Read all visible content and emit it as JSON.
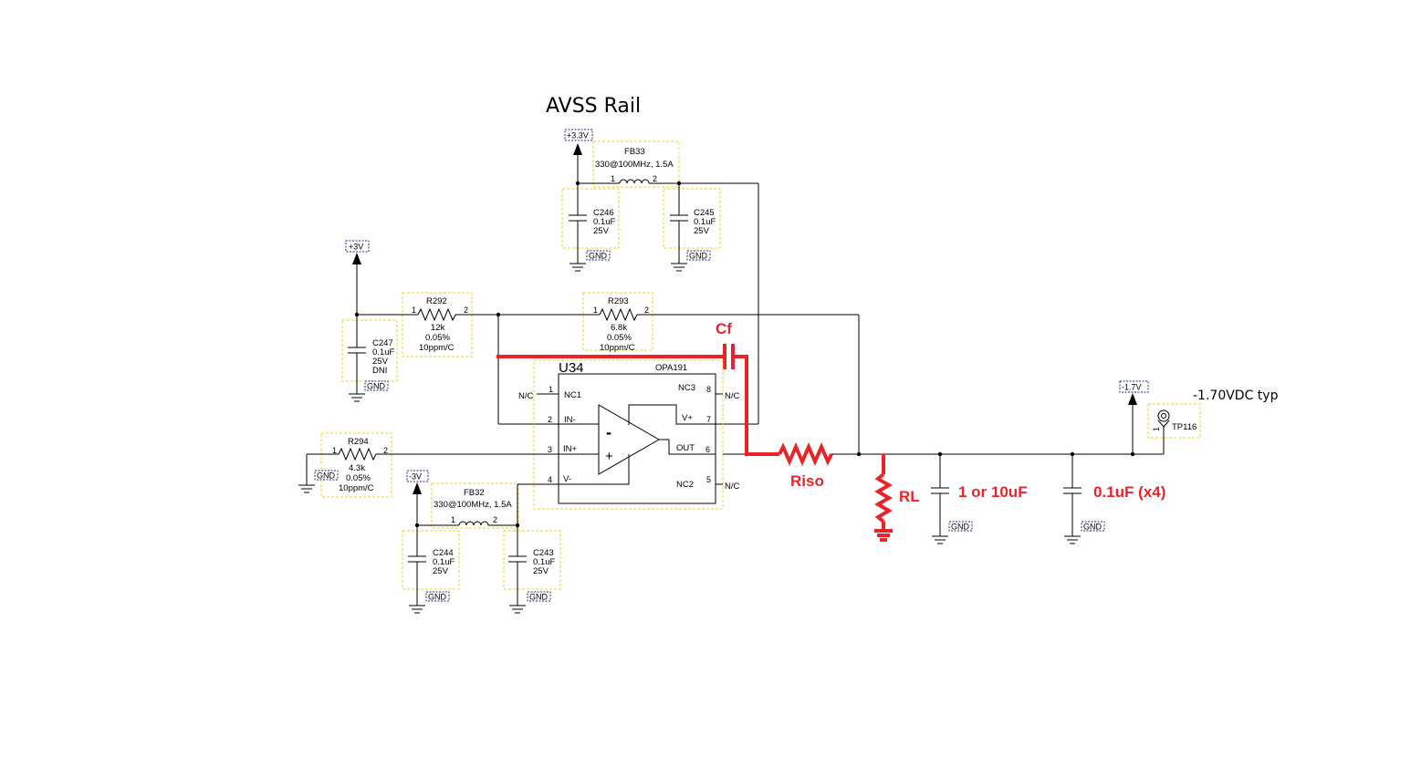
{
  "title": "AVSS Rail",
  "power": {
    "p33": "+3.3V",
    "p3": "+3V",
    "m3": "-3V",
    "m17": "-1.7V",
    "gnd": "GND"
  },
  "fb33": {
    "ref": "FB33",
    "value": "330@100MHz, 1.5A",
    "pin1": "1",
    "pin2": "2"
  },
  "fb32": {
    "ref": "FB32",
    "value": "330@100MHz, 1.5A",
    "pin1": "1",
    "pin2": "2"
  },
  "c246": {
    "ref": "C246",
    "val": "0.1uF",
    "volt": "25V"
  },
  "c245": {
    "ref": "C245",
    "val": "0.1uF",
    "volt": "25V"
  },
  "c244": {
    "ref": "C244",
    "val": "0.1uF",
    "volt": "25V"
  },
  "c243": {
    "ref": "C243",
    "val": "0.1uF",
    "volt": "25V"
  },
  "c247": {
    "ref": "C247",
    "val": "0.1uF",
    "volt": "25V",
    "note": "DNI"
  },
  "r292": {
    "ref": "R292",
    "val": "12k",
    "tol": "0.05%",
    "tc": "10ppm/C",
    "pin1": "1",
    "pin2": "2"
  },
  "r293": {
    "ref": "R293",
    "val": "6.8k",
    "tol": "0.05%",
    "tc": "10ppm/C",
    "pin1": "1",
    "pin2": "2"
  },
  "r294": {
    "ref": "R294",
    "val": "4.3k",
    "tol": "0.05%",
    "tc": "10ppm/C",
    "pin1": "1",
    "pin2": "2"
  },
  "u34": {
    "ref": "U34",
    "part": "OPA191",
    "nc": "N/C",
    "pins": {
      "p1num": "1",
      "p1name": "NC1",
      "p2num": "2",
      "p2name": "IN-",
      "p3num": "3",
      "p3name": "IN+",
      "p4num": "4",
      "p4name": "V-",
      "p8num": "8",
      "p8name": "NC3",
      "p7num": "7",
      "p7name": "V+",
      "p6num": "6",
      "p6name": "OUT",
      "p5num": "5",
      "p5name": "NC2"
    },
    "minus": "-",
    "plus": "+"
  },
  "tp116": {
    "ref": "TP116",
    "pin": "1",
    "note": "-1.70VDC typ"
  },
  "annotations": {
    "cf": "Cf",
    "riso": "Riso",
    "rl": "RL",
    "cout": "1 or 10uF",
    "cbulk": "0.1uF (x4)"
  },
  "colors": {
    "wire": "#000000",
    "annotation": "#e8242b",
    "component_box": "#ecd32c",
    "power_flag": "#1a2a8a"
  }
}
